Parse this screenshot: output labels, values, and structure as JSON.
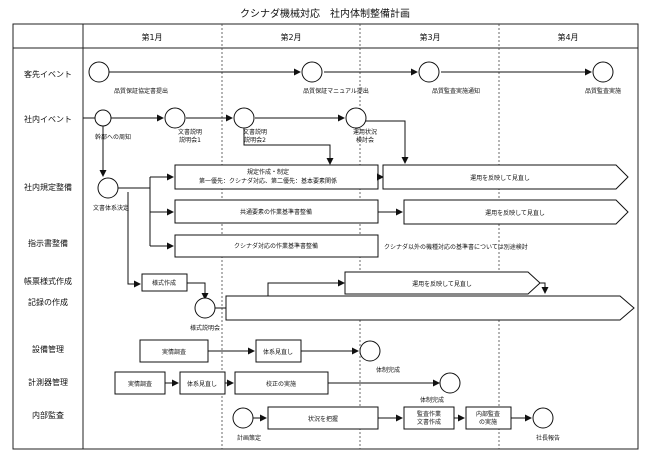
{
  "title": "クシナダ機械対応　社内体制整備計画",
  "months": [
    "第1月",
    "第2月",
    "第3月",
    "第4月"
  ],
  "rows": [
    "客先イベント",
    "社内イベント",
    "社内規定整備",
    "指示書整備",
    "帳票様式作成",
    "記録の作成",
    "設備管理",
    "計測器管理",
    "内部監査"
  ],
  "nodes": {
    "customer": [
      "品質保証協定書提出",
      "品質保証マニュアル提出",
      "品質監査実施通知",
      "品質監査実施"
    ],
    "internal": [
      "幹部への周知",
      "文書説明\n説明会1",
      "文書説明\n説明会2",
      "運用状況\n検討会"
    ],
    "doc_system": "文書体系決定",
    "form_brief": "様式説明会",
    "equip_done": "体制完成",
    "meter_done": "体制完成",
    "audit_plan": "計画策定",
    "audit_report": "社長報告"
  },
  "boxes": {
    "rule_making": "規定作成・制定\n第一優先：クシナダ対応、第二優先：基本要素関係",
    "rule_revise": "運用を反映して見直し",
    "common_std": "共通要素の作業基準書整備",
    "common_revise": "運用を反映して見直し",
    "kushinada_std": "クシナダ対応の作業基準書整備",
    "kushinada_note": "クシナダ以外の機種対応の基準書については別途検討",
    "form_create": "様式作成",
    "form_revise": "運用を反映して見直し",
    "equip_survey": "実情調査",
    "equip_review": "体系見直し",
    "meter_survey": "実情調査",
    "meter_review": "体系見直し",
    "meter_calib": "校正の実施",
    "audit_grasp": "状況を把握",
    "audit_doc": "監査作業\n文書作成",
    "audit_do": "内部監査\nの実施"
  }
}
